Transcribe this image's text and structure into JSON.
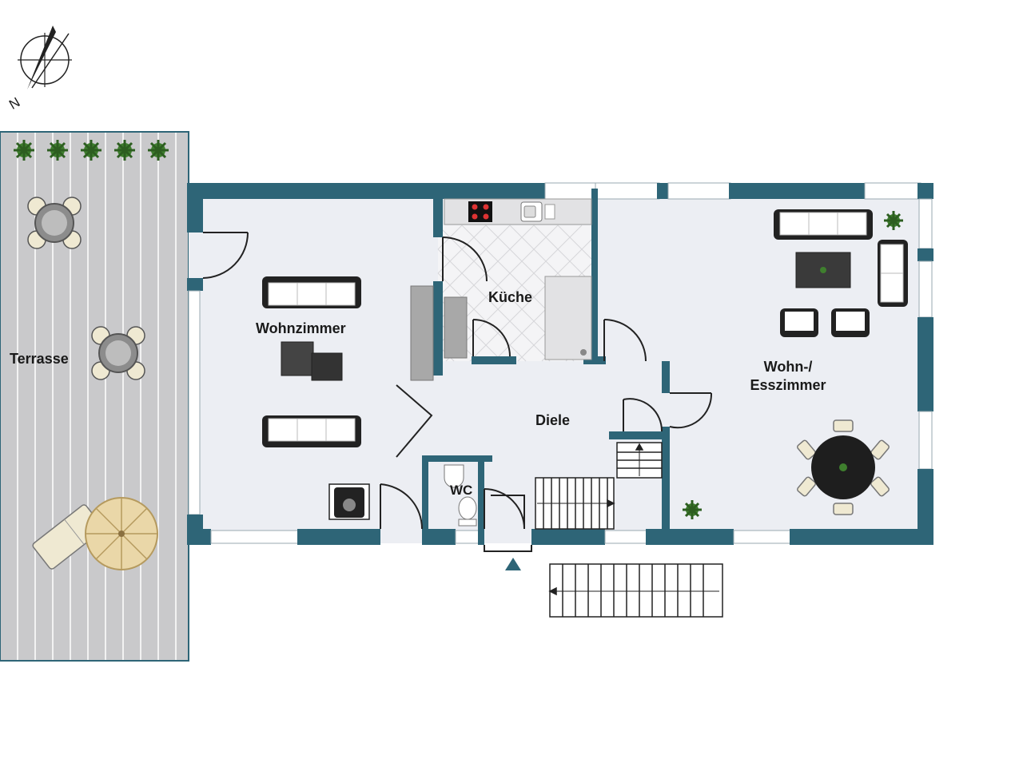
{
  "plan": {
    "compass_letter": "N",
    "rooms": {
      "terrace": "Terrasse",
      "living": "Wohnzimmer",
      "kitchen": "Küche",
      "living_dining_line1": "Wohn-/",
      "living_dining_line2": "Esszimmer",
      "hall": "Diele",
      "wc": "WC"
    },
    "colors": {
      "wall": "#2e6577",
      "floor": "#eceef3",
      "deck": "#c9c9cb",
      "deck_line": "#f2f2f2",
      "plant": "#3f7f2e",
      "sofa": "#ffffff",
      "sofa_trim": "#222222",
      "chair": "#efe9d2",
      "umbrella": "#ead7a8"
    },
    "icons": [
      "compass-icon",
      "plant-icon",
      "sofa-icon",
      "armchair-icon",
      "coffee-table-icon",
      "dining-table-icon",
      "cooktop-icon",
      "sink-icon",
      "toilet-icon",
      "washbasin-icon",
      "stove-icon",
      "staircase-icon",
      "door-swing-icon",
      "umbrella-icon",
      "sun-lounger-icon",
      "entrance-arrow-icon"
    ]
  }
}
